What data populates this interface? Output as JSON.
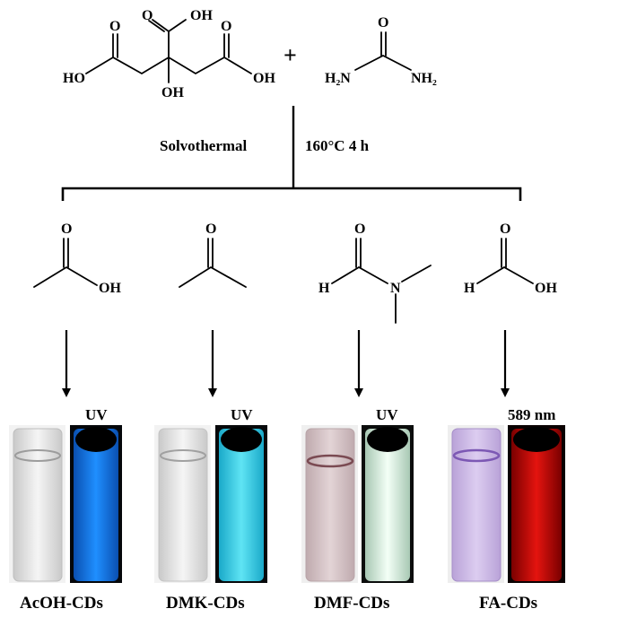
{
  "reactants": {
    "citric_acid": {
      "oh_top": "OH",
      "o_top": "O",
      "o_left": "O",
      "o_right": "O",
      "ho_left": "HO",
      "oh_right": "OH",
      "oh_center": "OH"
    },
    "plus": "+",
    "urea": {
      "o": "O",
      "nh2_left": "H₂N",
      "nh2_right": "NH₂"
    }
  },
  "conditions": {
    "method": "Solvothermal",
    "params": "160°C 4 h"
  },
  "solvents": [
    {
      "id": "acetic-acid",
      "atoms": {
        "o": "O",
        "oh": "OH"
      }
    },
    {
      "id": "acetone",
      "atoms": {
        "o": "O"
      }
    },
    {
      "id": "dmf",
      "atoms": {
        "o": "O",
        "h": "H",
        "n": "N"
      }
    },
    {
      "id": "formic-acid",
      "atoms": {
        "o": "O",
        "h": "H",
        "oh": "OH"
      }
    }
  ],
  "vials": [
    {
      "label": "AcOH-CDs",
      "excitation": "UV",
      "daylight_color": "#e6e6e6",
      "emission_color": "#1f8fff"
    },
    {
      "label": "DMK-CDs",
      "excitation": "UV",
      "daylight_color": "#e9e9e9",
      "emission_color": "#3fd7ee"
    },
    {
      "label": "DMF-CDs",
      "excitation": "UV",
      "daylight_color": "#d8c6c8",
      "emission_color": "#e4f7ea"
    },
    {
      "label": "FA-CDs",
      "excitation": "589 nm",
      "daylight_color": "#d4c3ea",
      "emission_color": "#d8100e"
    }
  ]
}
